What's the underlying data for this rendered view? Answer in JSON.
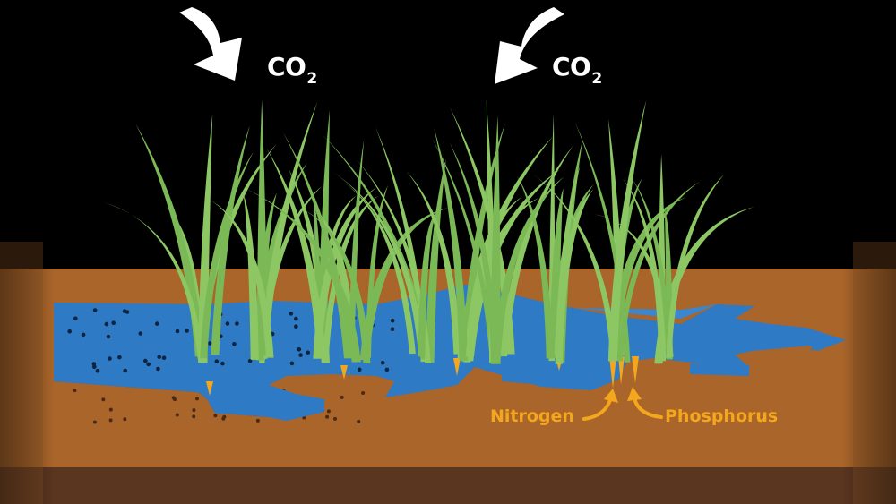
{
  "labels": {
    "co2_left_main": "CO",
    "co2_left_sub": "2",
    "co2_right_main": "CO",
    "co2_right_sub": "2",
    "nitrogen": "Nitrogen",
    "phosphorus": "Phosphorus"
  },
  "colors": {
    "sky": "#000000",
    "soil": "#a9652a",
    "soil_deep": "#5a3520",
    "water": "#2f7ac4",
    "water_dark": "#1f5a9a",
    "grass": "#8cc763",
    "nutrient": "#f4a71d",
    "arrow": "#ffffff"
  }
}
